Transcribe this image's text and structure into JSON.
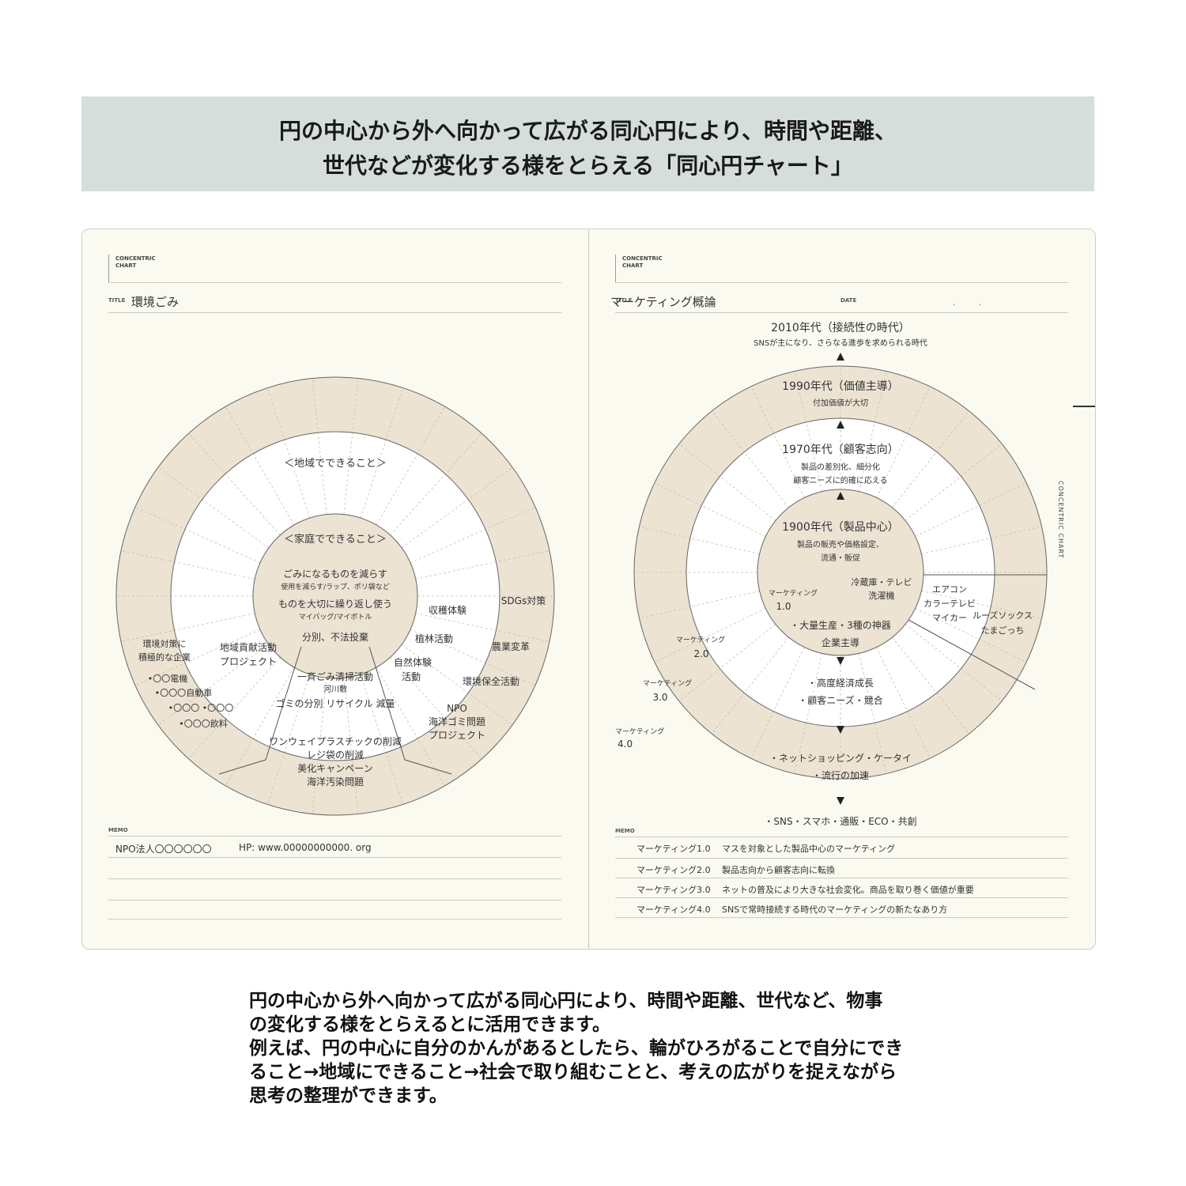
{
  "banner": {
    "line1": "円の中心から外へ向かって広がる同心円により、時間や距離、",
    "line2": "世代などが変化する様をとらえる「同心円チャート」"
  },
  "header": {
    "cc_line1": "CONCENTRIC",
    "cc_line2": "CHART",
    "title_label": "TITLE",
    "date_label": "DATE",
    "date_dots": "..",
    "memo_label": "MEMO",
    "side_tab": "CONCENTRIC CHART"
  },
  "left_page": {
    "title": "環境ごみ",
    "inner_heading": "＜家庭でできること＞",
    "inner_items": [
      {
        "main": "ごみになるものを減らす",
        "sub": "使用を減らす/ラップ、ポリ袋など"
      },
      {
        "main": "ものを大切に繰り返し使う",
        "sub": "マイバッグ/マイボトル"
      },
      {
        "main": "分別、不法投棄",
        "sub": ""
      }
    ],
    "middle_heading": "＜地域でできること＞",
    "middle_items": [
      "収穫体験",
      "植林活動",
      "自然体験",
      "活動",
      "地域貢献活動",
      "プロジェクト",
      "一斉ごみ清掃活動",
      "河川敷",
      "ゴミの分別 リサイクル 減量"
    ],
    "outer_items": [
      "SDGs対策",
      "農業変革",
      "環境保全活動",
      "NPO",
      "海洋ゴミ問題",
      "プロジェクト",
      "環境対策に",
      "積極的な企業",
      "•〇〇電機",
      "•〇〇〇自動車",
      "•〇〇〇  •〇〇〇",
      "•〇〇〇飲料",
      "ワンウェイプラスチックの削減",
      "レジ袋の削減",
      "美化キャンペーン",
      "海洋汚染問題"
    ],
    "memo": {
      "org": "NPO法人〇〇〇〇〇〇",
      "hp": "HP: www.00000000000. org"
    }
  },
  "right_page": {
    "title": "マーケティング概論",
    "eras": [
      {
        "title": "2010年代（接続性の時代）",
        "desc": "SNSが主になり、さらなる進歩を求められる時代"
      },
      {
        "title": "1990年代（価値主導）",
        "desc": "付加価値が大切"
      },
      {
        "title": "1970年代（顧客志向）",
        "desc": "製品の差別化、細分化"
      },
      {
        "title": "",
        "desc": "顧客ニーズに的確に応える"
      },
      {
        "title": "1900年代（製品中心）",
        "desc": "製品の販売や価格設定、"
      },
      {
        "title": "",
        "desc": "流通・販促"
      }
    ],
    "stages": [
      {
        "name": "マーケティング",
        "ver": "1.0"
      },
      {
        "name": "マーケティング",
        "ver": "2.0"
      },
      {
        "name": "マーケティング",
        "ver": "3.0"
      },
      {
        "name": "マーケティング",
        "ver": "4.0"
      }
    ],
    "inner": [
      "冷蔵庫・テレビ",
      "洗濯機",
      "・大量生産・3種の神器",
      "企業主導"
    ],
    "second": [
      "・高度経済成長",
      "・顧客ニーズ・競合"
    ],
    "third": [
      "・ネットショッピング・ケータイ",
      "・流行の加速"
    ],
    "outer": "・SNS・スマホ・通販・ECO・共創",
    "sector_mid": [
      "エアコン",
      "カラーテレビ",
      "マイカー"
    ],
    "sector_out": [
      "ルーズソックス",
      "たまごっち"
    ],
    "memo_rows": [
      {
        "k": "マーケティング1.0",
        "v": "マスを対象とした製品中心のマーケティング"
      },
      {
        "k": "マーケティング2.0",
        "v": "製品志向から顧客志向に転換"
      },
      {
        "k": "マーケティング3.0",
        "v": "ネットの普及により大きな社会変化。商品を取り巻く価値が重要"
      },
      {
        "k": "マーケティング4.0",
        "v": "SNSで常時接続する時代のマーケティングの新たなあり方"
      }
    ]
  },
  "bottom": {
    "lines": [
      "円の中心から外へ向かって広がる同心円により、時間や距離、世代など、物事",
      "の変化する様をとらえるとに活用できます。",
      "例えば、円の中心に自分のかんがあるとしたら、輪がひろがることで自分にでき",
      "ること→地域にできること→社会で取り組むことと、考えの広がりを捉えながら",
      "思考の整理ができます。"
    ]
  },
  "colors": {
    "banner": "#d6dedb",
    "paper": "#fbfaf0",
    "ring": "#ece3d3",
    "line": "#555555"
  }
}
